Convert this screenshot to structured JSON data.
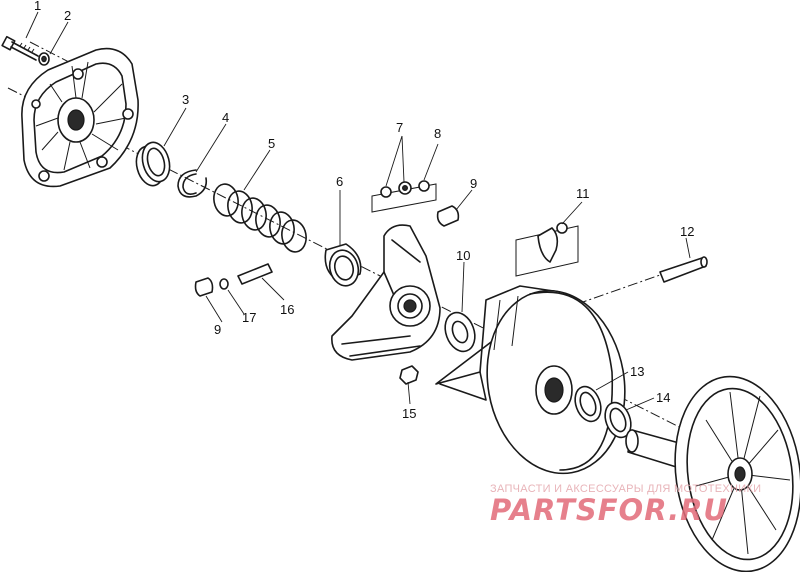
{
  "callouts": {
    "c1": "1",
    "c2": "2",
    "c3": "3",
    "c4": "4",
    "c5": "5",
    "c6": "6",
    "c7": "7",
    "c8": "8",
    "c9a": "9",
    "c9b": "9",
    "c10": "10",
    "c11": "11",
    "c12": "12",
    "c13": "13",
    "c14": "14",
    "c15": "15",
    "c16": "16",
    "c17": "17"
  },
  "watermark": {
    "tagline": "ЗАПЧАСТИ И АКСЕССУАРЫ ДЛЯ МОТОТЕХНИКИ",
    "logo": "PARTSFOR.RU",
    "color": "#e26b78"
  }
}
